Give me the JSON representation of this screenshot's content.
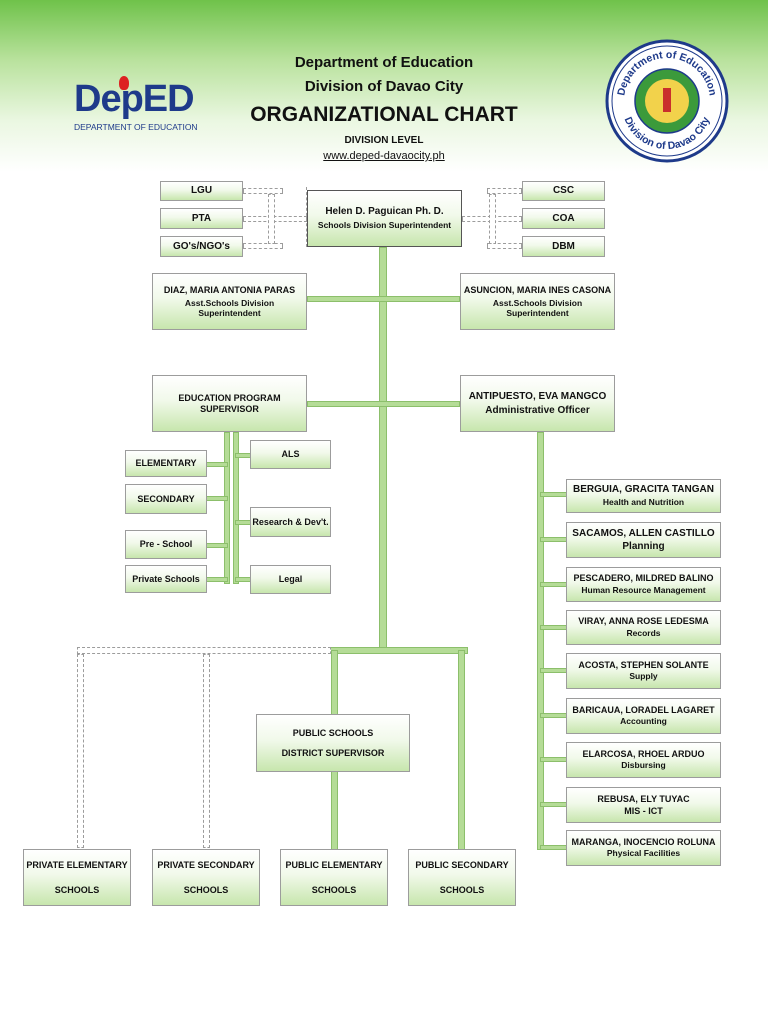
{
  "header": {
    "line1": "Department of Education",
    "line2": "Division of Davao City",
    "title": "ORGANIZATIONAL CHART",
    "level": "DIVISION LEVEL",
    "url": "www.deped-davaocity.ph",
    "logo_text": "DepED",
    "logo_sub": "DEPARTMENT OF EDUCATION",
    "seal_top": "Department of Education",
    "seal_bottom": "Division of Davao City"
  },
  "external_left": [
    "LGU",
    "PTA",
    "GO's/NGO's"
  ],
  "external_right": [
    "CSC",
    "COA",
    "DBM"
  ],
  "superintendent": {
    "name": "Helen D. Paguican Ph. D.",
    "title": "Schools Division Superintendent"
  },
  "assistants": [
    {
      "name": "DIAZ, MARIA ANTONIA PARAS",
      "title": "Asst.Schools Division Superintendent"
    },
    {
      "name": "ASUNCION, MARIA INES CASONA",
      "title": "Asst.Schools Division Superintendent"
    }
  ],
  "eps": {
    "name": "EDUCATION PROGRAM SUPERVISOR"
  },
  "admin": {
    "name": "ANTIPUESTO, EVA MANGCO",
    "title": "Administrative Officer"
  },
  "eps_left": [
    "ELEMENTARY",
    "SECONDARY",
    "Pre - School",
    "Private Schools"
  ],
  "eps_right": [
    "ALS",
    "Research & Dev't.",
    "Legal"
  ],
  "admin_units": [
    {
      "name": "BERGUIA, GRACITA TANGAN",
      "title": "Health and Nutrition"
    },
    {
      "name": "SACAMOS, ALLEN CASTILLO",
      "title": "Planning"
    },
    {
      "name": "PESCADERO, MILDRED BALINO",
      "title": "Human Resource Management"
    },
    {
      "name": "VIRAY, ANNA ROSE LEDESMA",
      "title": "Records"
    },
    {
      "name": "ACOSTA, STEPHEN SOLANTE",
      "title": "Supply"
    },
    {
      "name": "BARICAUA, LORADEL LAGARET",
      "title": "Accounting"
    },
    {
      "name": "ELARCOSA, RHOEL ARDUO",
      "title": "Disbursing"
    },
    {
      "name": "REBUSA, ELY TUYAC",
      "title": "MIS - ICT"
    },
    {
      "name": "MARANGA, INOCENCIO ROLUNA",
      "title": "Physical Facilities"
    }
  ],
  "district": {
    "line1": "PUBLIC SCHOOLS",
    "line2": "DISTRICT SUPERVISOR"
  },
  "schools": [
    {
      "line1": "PRIVATE ELEMENTARY",
      "line2": "SCHOOLS"
    },
    {
      "line1": "PRIVATE SECONDARY",
      "line2": "SCHOOLS"
    },
    {
      "line1": "PUBLIC ELEMENTARY",
      "line2": "SCHOOLS"
    },
    {
      "line1": "PUBLIC SECONDARY",
      "line2": "SCHOOLS"
    }
  ]
}
